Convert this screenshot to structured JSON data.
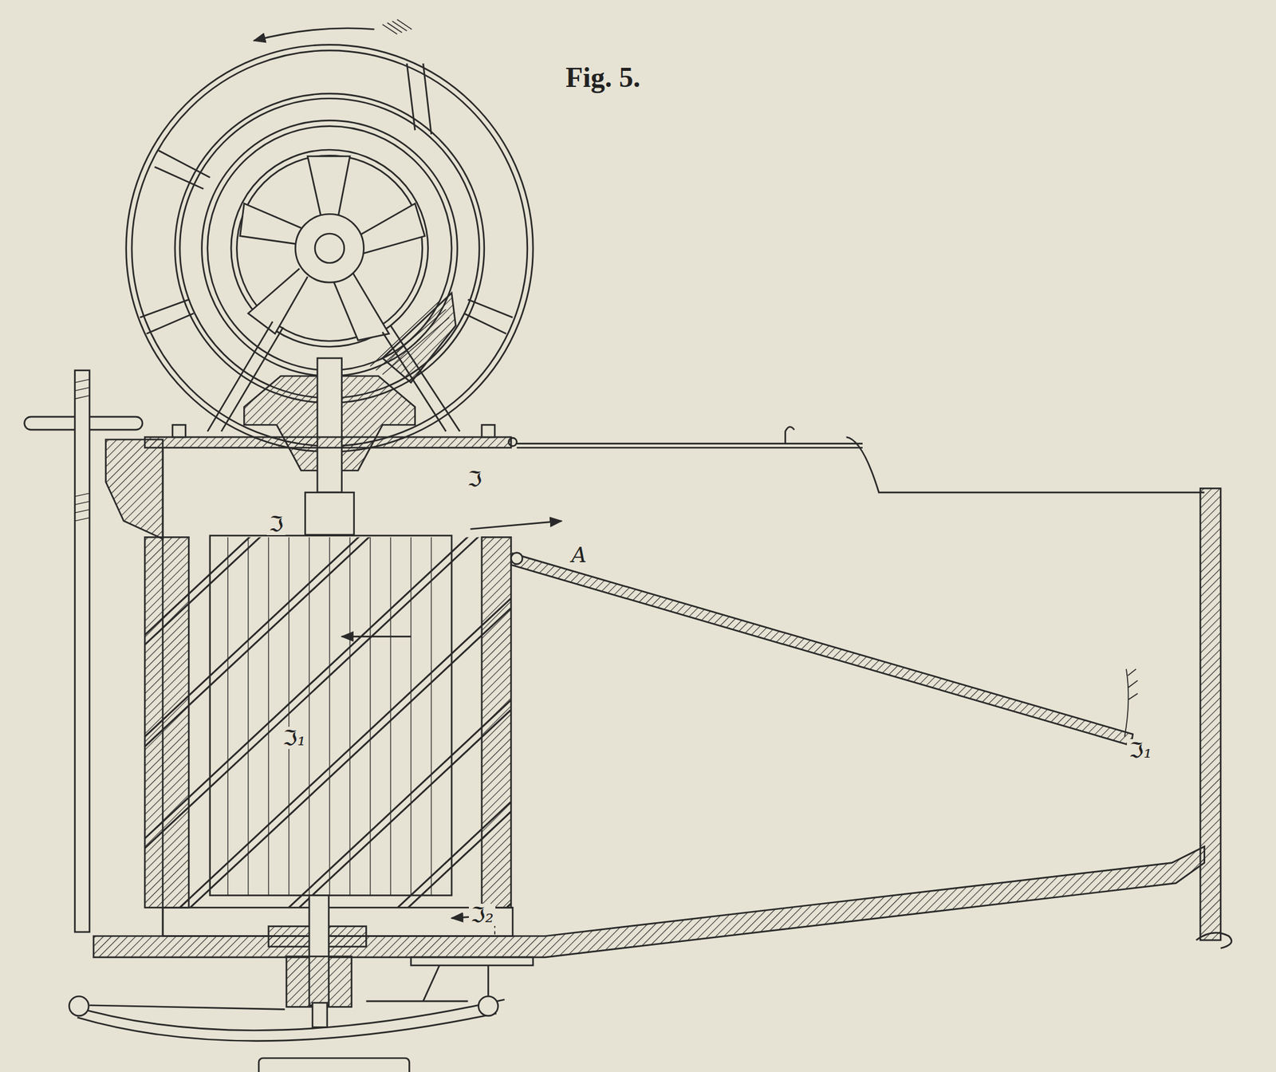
{
  "diagram": {
    "title": "Fig. 5.",
    "labels": [
      "ℑ",
      "ℑ",
      "ℑ₁",
      "ℑ₂",
      "ℑ₁",
      "A"
    ]
  }
}
